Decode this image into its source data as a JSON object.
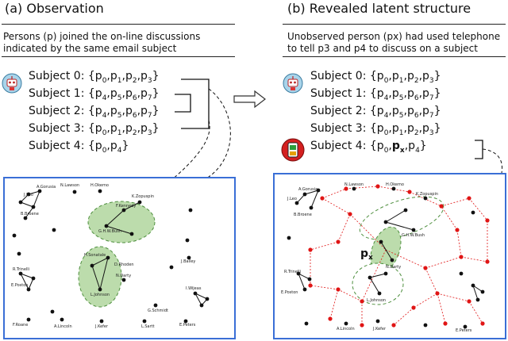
{
  "left": {
    "heading": "(a) Observation",
    "description": [
      "Persons (p) joined the on-line discussions",
      "indicated by the same email subject"
    ],
    "subjects": [
      {
        "label": "Subject 0:",
        "members": [
          "p0",
          "p1",
          "p2",
          "p3"
        ]
      },
      {
        "label": "Subject 1:",
        "members": [
          "p4",
          "p5",
          "p6",
          "p7"
        ]
      },
      {
        "label": "Subject 2:",
        "members": [
          "p4",
          "p5",
          "p6",
          "p7"
        ]
      },
      {
        "label": "Subject 3:",
        "members": [
          "p0",
          "p1",
          "p2",
          "p3"
        ]
      },
      {
        "label": "Subject 4:",
        "members": [
          "p0",
          "p4"
        ]
      }
    ]
  },
  "right": {
    "heading": "(b) Revealed latent structure",
    "description": [
      "Unobserved person (px) had used telephone",
      "to tell p3 and p4 to discuss on a subject"
    ],
    "subjects": [
      {
        "label": "Subject 0:",
        "members": [
          "p0",
          "p1",
          "p2",
          "p3"
        ]
      },
      {
        "label": "Subject 1:",
        "members": [
          "p4",
          "p5",
          "p6",
          "p7"
        ]
      },
      {
        "label": "Subject 2:",
        "members": [
          "p4",
          "p5",
          "p6",
          "p7"
        ]
      },
      {
        "label": "Subject 3:",
        "members": [
          "p0",
          "p1",
          "p2",
          "p3"
        ]
      },
      {
        "label": "Subject 4:",
        "members": [
          "p0",
          "px",
          "p4"
        ]
      }
    ],
    "latent_label": "px"
  },
  "left_graph_labels": [
    "N.Lawson",
    "H.Okemo",
    "K.Zopuspin",
    "F.Kennedy",
    "G.H.W.Bush",
    "A.Gorusia",
    "J.Leo",
    "B.Broene",
    "H.Sonatale",
    "R.Trinelli",
    "E.Poston",
    "N.Darty",
    "D.Rhoden",
    "L.Johnson",
    "J.Bailey",
    "A.Lincoln",
    "J.Kefer",
    "F.Roane",
    "I.Wijeas",
    "L.Sartt",
    "E.Peters",
    "G.Schmidt"
  ],
  "right_graph_labels": [
    "N.Lawson",
    "H.Okemo",
    "K.Zopuspin",
    "G.H.W.Bush",
    "A.Gorusia",
    "J.Leo",
    "B.Broene",
    "R.Trinelli",
    "E.Poston",
    "N.Darty",
    "L.Johnson",
    "A.Lincoln",
    "J.Kefer",
    "E.Peters"
  ],
  "colors": {
    "panel_border": "#3a6fd6",
    "ellipse_fill": "#bcdcac",
    "ellipse_stroke": "#4e8f3e",
    "observed_node": "#111111",
    "latent_node": "#e01515",
    "latent_edge": "#e01515"
  }
}
